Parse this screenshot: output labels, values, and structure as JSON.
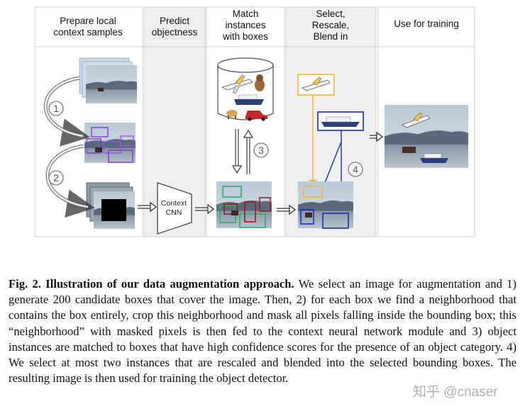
{
  "columns": {
    "prepare": "Prepare local\ncontext samples",
    "predict": "Predict\nobjectness",
    "match": "Match\ninstances\nwith boxes",
    "select": "Select,\nRescale,\nBlend in",
    "use": "Use for training"
  },
  "cnn_label": "Context\nCNN",
  "steps": [
    "1",
    "2",
    "3",
    "4"
  ],
  "caption": {
    "label": "Fig. 2. Illustration of our data augmentation approach.",
    "text": " We select an image for augmentation and 1) generate 200 candidate boxes that cover the image. Then, 2) for each box we find a neighborhood that contains the box entirely, crop this neighborhood and mask all pixels falling inside the bounding box; this “neighborhood” with masked pixels is then fed to the context neural network module and 3) object instances are matched to boxes that have high confidence scores for the presence of an object category. 4) We select at most two instances that are rescaled and blended into the selected bounding boxes. The resulting image is then used for training the object detector."
  },
  "watermark": "知乎 @cnaser"
}
